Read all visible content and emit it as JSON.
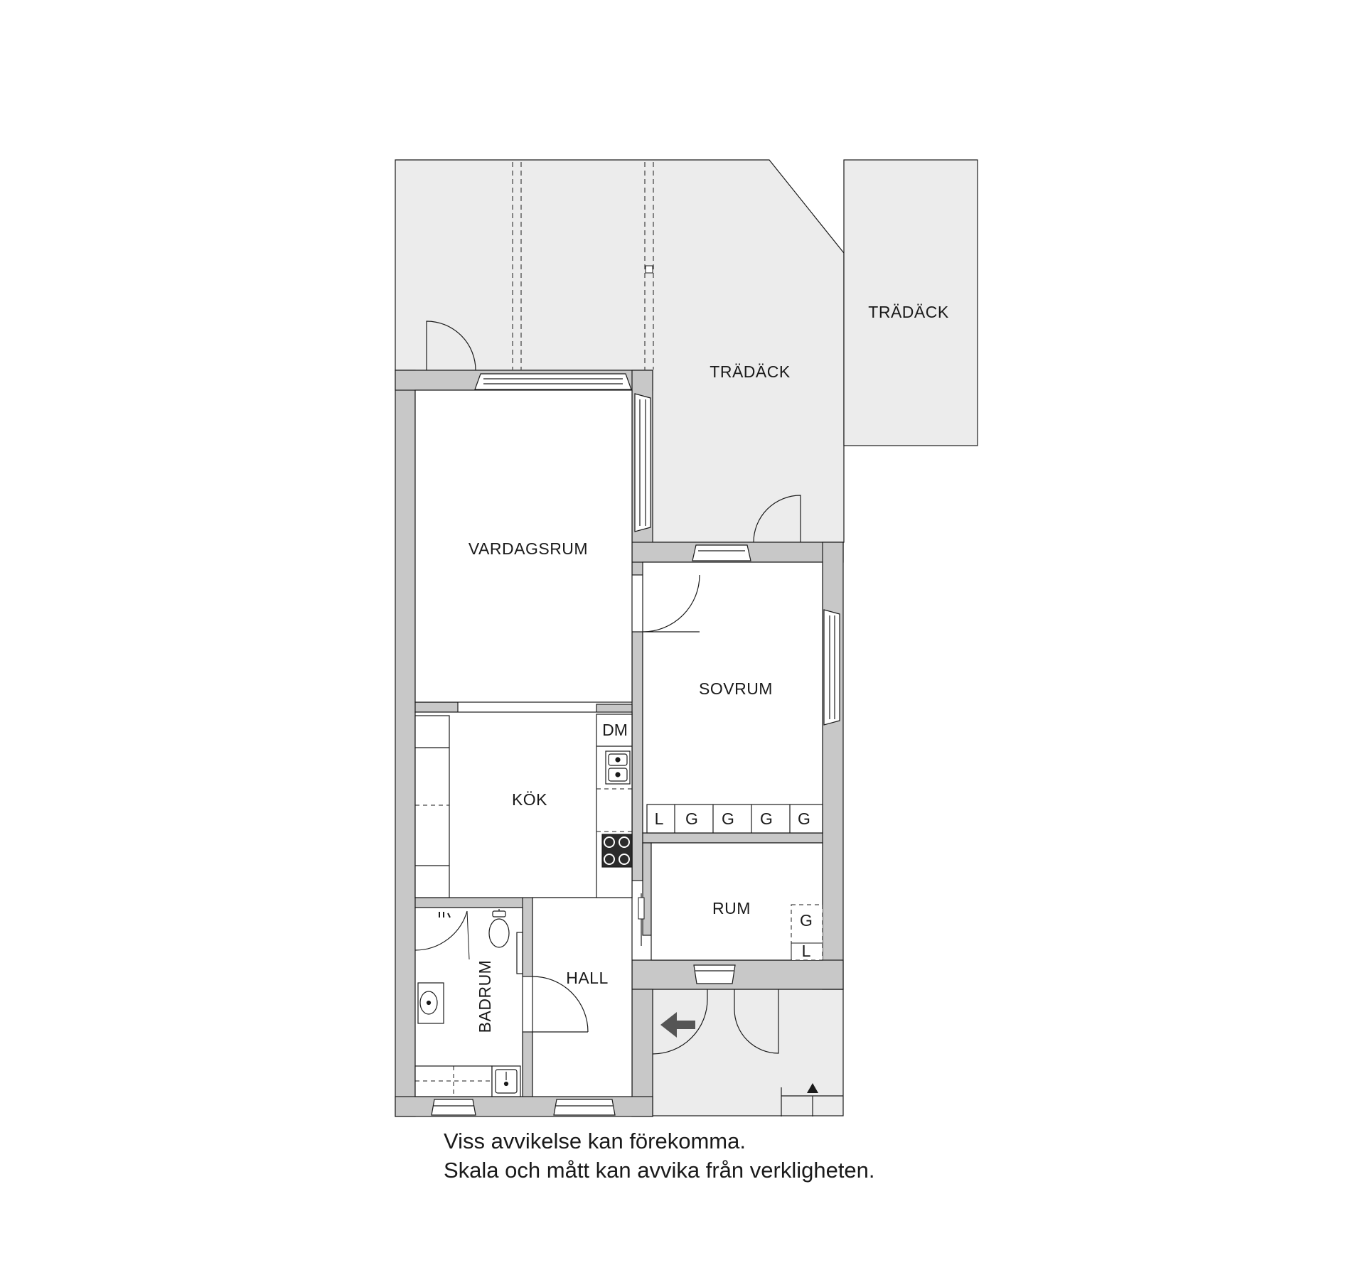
{
  "rooms": {
    "tradack_1": "TRÄDÄCK",
    "tradack_2": "TRÄDÄCK",
    "vardagsrum": "VARDAGSRUM",
    "sovrum": "SOVRUM",
    "kok": "KÖK",
    "hall": "HALL",
    "badrum": "BADRUM",
    "rum": "RUM"
  },
  "fixtures": {
    "dishwasher": "DM",
    "sovrum_closets": [
      "L",
      "G",
      "G",
      "G",
      "G"
    ],
    "rum_closets": [
      "G",
      "L"
    ]
  },
  "disclaimer": {
    "line1": "Viss avvikelse kan förekomma.",
    "line2": "Skala och mått kan avvika från verkligheten."
  },
  "colors": {
    "wall": "#c8c8c8",
    "outline": "#1a1a1a",
    "deck": "#ececec",
    "background": "#ffffff",
    "text": "#1a1a1a"
  }
}
